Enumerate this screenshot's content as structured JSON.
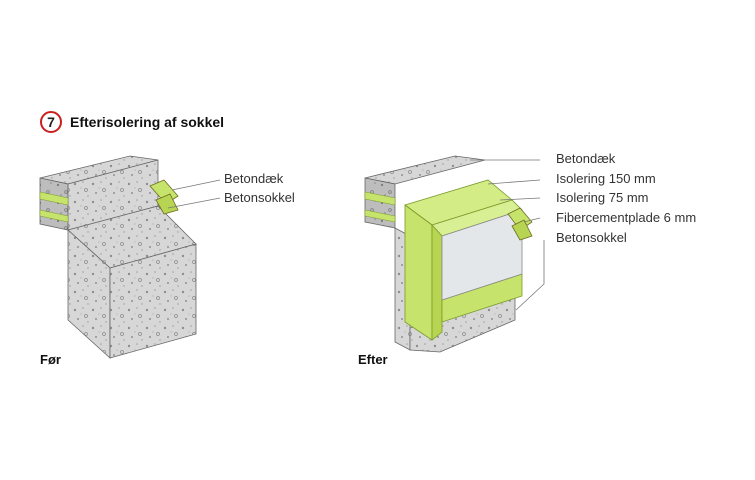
{
  "figure": {
    "number": "7",
    "title": "Efterisolering af sokkel"
  },
  "before": {
    "caption": "Før",
    "labels": [
      "Betondæk",
      "Betonsokkel"
    ]
  },
  "after": {
    "caption": "Efter",
    "labels": [
      "Betondæk",
      "Isolering 150 mm",
      "Isolering 75 mm",
      "Fibercementplade 6 mm",
      "Betonsokkel"
    ]
  },
  "colors": {
    "concrete": "#d9d9d9",
    "concrete_dark": "#bdbdbd",
    "insulation": "#c6e36c",
    "insulation_dark": "#a9c94e",
    "fibercement": "#e4e7ea",
    "badge_ring": "#cc2020",
    "leader": "#777777"
  }
}
